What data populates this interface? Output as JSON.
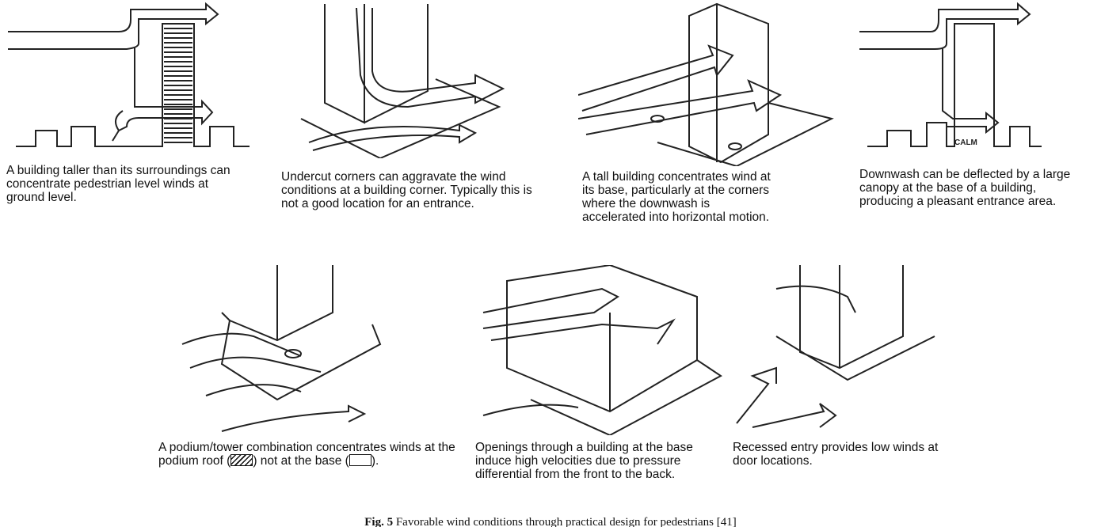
{
  "panels": [
    {
      "caption": "A building taller than its surroundings can concentrate pedestrian level winds at ground level."
    },
    {
      "caption": "Undercut corners can aggravate the wind conditions at a building corner. Typically this is not a good location for an entrance."
    },
    {
      "caption": "A tall building concentrates wind at its base, particularly at the corners where the downwash is accelerated into horizontal motion."
    },
    {
      "caption": "Downwash can be deflected by a large canopy at the base of a building, producing a pleasant entrance area.",
      "label": "CALM"
    },
    {
      "caption_a": "A podium/tower combination concentrates winds at the podium roof (",
      "caption_b": ") not at the base (",
      "caption_c": ")."
    },
    {
      "caption": "Openings through a building at the base induce high velocities due to pressure differential from the front to the back."
    },
    {
      "caption": "Recessed entry provides low winds at door locations."
    }
  ],
  "figure_caption": {
    "label": "Fig. 5",
    "text": "Favorable wind conditions through practical design for pedestrians [41]"
  }
}
